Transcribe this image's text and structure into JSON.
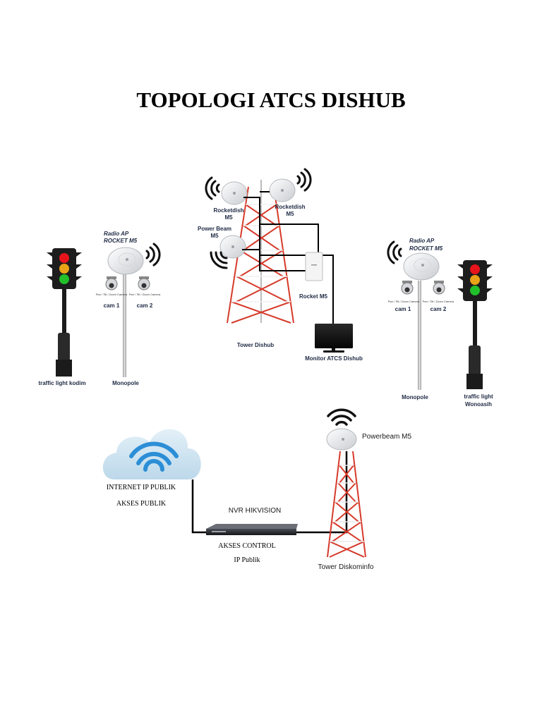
{
  "title": "TOPOLOGI ATCS DISHUB",
  "top_section": {
    "left_site": {
      "traffic_light_label": "traffic light kodim",
      "monopole_label": "Monopole",
      "radio_ap_label_1": "Radio AP",
      "radio_ap_label_2": "ROCKET M5",
      "cam1_caption": "Pan / Tilt / Zoom Camera",
      "cam1_label": "cam 1",
      "cam2_caption": "Pan / Tilt / Zoom Camera",
      "cam2_label": "cam 2"
    },
    "center_site": {
      "rocketdish_left_1": "Rocketdish",
      "rocketdish_left_2": "M5",
      "rocketdish_right_1": "Rocketdish",
      "rocketdish_right_2": "M5",
      "powerbeam_1": "Power Beam",
      "powerbeam_2": "M5",
      "rocket_label": "Rocket M5",
      "tower_label": "Tower Dishub",
      "monitor_label": "Monitor ATCS Dishub"
    },
    "right_site": {
      "radio_ap_label_1": "Radio AP",
      "radio_ap_label_2": "ROCKET M5",
      "cam1_caption": "Pan / Tilt / Zoom Camera",
      "cam1_label": "cam 1",
      "cam2_caption": "Pan / Tilt / Zoom Camera",
      "cam2_label": "cam 2",
      "monopole_label": "Monopole",
      "traffic_light_label_1": "traffic light",
      "traffic_light_label_2": "Wonoasih"
    }
  },
  "bottom_section": {
    "cloud_label_1": "INTERNET IP PUBLIK",
    "cloud_label_2": "AKSES PUBLIK",
    "nvr_label": "NVR HIKVISION",
    "nvr_sub_1": "AKSES CONTROL",
    "nvr_sub_2": "IP Publik",
    "powerbeam_label": "Powerbeam M5",
    "tower_label": "Tower Diskominfo"
  },
  "colors": {
    "light_red": "#e8141c",
    "light_amber": "#e8a317",
    "light_green": "#22c02a",
    "tower_red": "#d63a2a",
    "cloud": "#cfe4f2",
    "wifi_blue": "#2c8ed6"
  }
}
